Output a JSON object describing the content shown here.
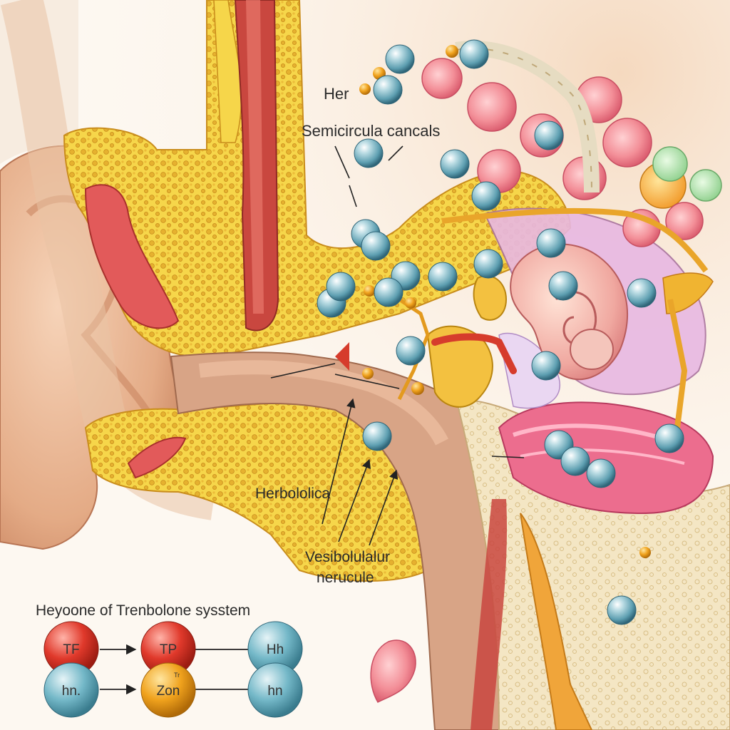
{
  "labels": {
    "her": "Her",
    "semicircular": "Semicircula cancals",
    "herbololica": "Herbololica",
    "vesibolular_line1": "Vesibolulalur",
    "vesibolular_line2": "nerucule"
  },
  "key": {
    "title": "Heyoone of Trenbolone sysstem",
    "row1": [
      "TF",
      "TP",
      "Hh"
    ],
    "row2": [
      "hn.",
      "Zon",
      "hn"
    ],
    "superscript": "Tr"
  },
  "colors": {
    "skin": "#e8b48f",
    "bone": "#f3d54a",
    "muscle": "#d65a5a",
    "sphere": "#7fb4c4",
    "node_red": "#e0392b",
    "node_orange": "#f0a21d",
    "node_blue": "#74b8c8",
    "pink_tissue": "#ec6d8e"
  }
}
